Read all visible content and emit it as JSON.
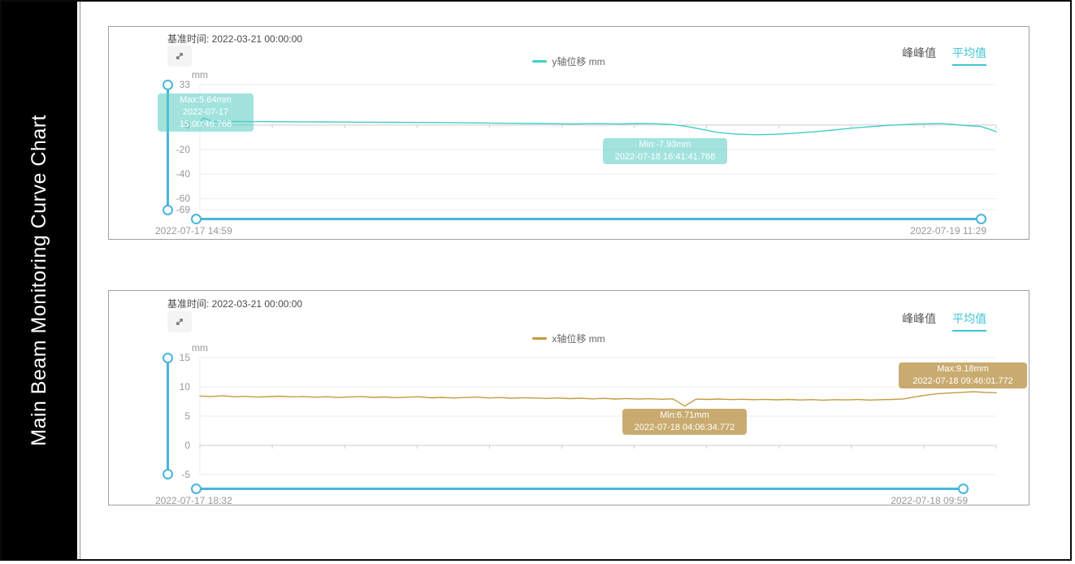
{
  "sidebar": {
    "title": "Main Beam Monitoring Curve Chart",
    "bg": "#000000",
    "text_color": "#ffffff"
  },
  "tabs": {
    "peak": "峰峰值",
    "average": "平均值",
    "active": "平均值"
  },
  "accent": {
    "slider": "#49b6d9",
    "tab_active": "#3fc4d6"
  },
  "panels": [
    {
      "baseline": "基准时间: 2022-03-21 00:00:00"
    },
    {
      "baseline": "基准时间: 2022-03-21 00:00:00"
    }
  ],
  "chart_data": [
    {
      "type": "line",
      "legend": "y轴位移 mm",
      "series_name": "y轴位移",
      "unit": "mm",
      "ylabel": "mm",
      "color": "#3fd0c3",
      "tooltip_bg": "rgba(86,204,194,0.55)",
      "ylim": [
        -69,
        33
      ],
      "yticks": [
        33,
        0,
        -20,
        -40,
        -60,
        -69
      ],
      "grid": true,
      "legend_position": "top-center",
      "x_start": "2022-07-17 14:59",
      "x_end": "2022-07-19 11:29",
      "max": {
        "label": "Max:5.64mm",
        "time": "2022-07-17 15:00:46.768"
      },
      "min": {
        "label": "Min:-7.93mm",
        "time": "2022-07-18 16:41:41.768"
      },
      "points": [
        [
          0,
          2.8
        ],
        [
          0.5,
          5.64
        ],
        [
          1.5,
          3.0
        ],
        [
          3,
          2.9
        ],
        [
          6,
          2.8
        ],
        [
          9,
          2.7
        ],
        [
          12,
          2.6
        ],
        [
          15,
          2.5
        ],
        [
          18,
          2.4
        ],
        [
          21,
          2.3
        ],
        [
          24,
          2.2
        ],
        [
          27,
          2.1
        ],
        [
          30,
          2.0
        ],
        [
          33,
          1.8
        ],
        [
          36,
          1.6
        ],
        [
          39,
          1.4
        ],
        [
          42,
          1.2
        ],
        [
          45,
          1.0
        ],
        [
          47,
          0.9
        ],
        [
          49,
          1.1
        ],
        [
          51,
          1.0
        ],
        [
          53,
          0.9
        ],
        [
          55,
          1.2
        ],
        [
          57,
          1.1
        ],
        [
          59,
          0.6
        ],
        [
          61,
          -1.0
        ],
        [
          63,
          -3.5
        ],
        [
          65,
          -6.0
        ],
        [
          67,
          -7.3
        ],
        [
          69,
          -7.8
        ],
        [
          70,
          -7.93
        ],
        [
          72,
          -7.6
        ],
        [
          74,
          -7.0
        ],
        [
          76,
          -6.0
        ],
        [
          78,
          -5.0
        ],
        [
          80,
          -3.8
        ],
        [
          82,
          -2.5
        ],
        [
          84,
          -1.5
        ],
        [
          86,
          -0.5
        ],
        [
          88,
          0.3
        ],
        [
          90,
          0.8
        ],
        [
          92,
          1.1
        ],
        [
          93,
          1.3
        ],
        [
          94,
          0.8
        ],
        [
          95,
          0.2
        ],
        [
          96,
          -0.3
        ],
        [
          97,
          -0.8
        ],
        [
          98,
          -1.2
        ],
        [
          99,
          -3.0
        ],
        [
          100,
          -5.5
        ]
      ]
    },
    {
      "type": "line",
      "legend": "x轴位移 mm",
      "series_name": "x轴位移",
      "unit": "mm",
      "ylabel": "mm",
      "color": "#c49b3f",
      "tooltip_bg": "rgba(186,148,72,0.78)",
      "ylim": [
        -5,
        15
      ],
      "yticks": [
        15,
        10,
        5,
        0,
        -5
      ],
      "grid": true,
      "legend_position": "top-center",
      "x_start": "2022-07-17 18:32",
      "x_end": "2022-07-18 09:59",
      "max": {
        "label": "Max:9.18mm",
        "time": "2022-07-18 09:46:01.772"
      },
      "min": {
        "label": "Min:6.71mm",
        "time": "2022-07-18 04:06:34.772"
      },
      "points": [
        [
          0,
          8.42
        ],
        [
          1.4,
          8.35
        ],
        [
          2.9,
          8.48
        ],
        [
          4.3,
          8.3
        ],
        [
          5.8,
          8.38
        ],
        [
          7.2,
          8.25
        ],
        [
          8.7,
          8.33
        ],
        [
          10.1,
          8.4
        ],
        [
          11.6,
          8.28
        ],
        [
          13.0,
          8.35
        ],
        [
          14.5,
          8.22
        ],
        [
          15.9,
          8.3
        ],
        [
          17.4,
          8.18
        ],
        [
          18.8,
          8.28
        ],
        [
          20.3,
          8.35
        ],
        [
          21.7,
          8.2
        ],
        [
          23.2,
          8.26
        ],
        [
          24.6,
          8.15
        ],
        [
          26.1,
          8.24
        ],
        [
          27.5,
          8.3
        ],
        [
          29.0,
          8.12
        ],
        [
          30.4,
          8.2
        ],
        [
          31.9,
          8.08
        ],
        [
          33.3,
          8.18
        ],
        [
          34.8,
          8.25
        ],
        [
          36.2,
          8.1
        ],
        [
          37.7,
          8.16
        ],
        [
          39.1,
          8.05
        ],
        [
          40.6,
          8.14
        ],
        [
          42.0,
          8.08
        ],
        [
          43.5,
          8.02
        ],
        [
          44.9,
          8.1
        ],
        [
          46.4,
          7.98
        ],
        [
          47.8,
          8.06
        ],
        [
          49.3,
          7.95
        ],
        [
          50.7,
          8.03
        ],
        [
          52.2,
          7.92
        ],
        [
          53.6,
          8.0
        ],
        [
          55.1,
          7.9
        ],
        [
          56.5,
          7.97
        ],
        [
          58.0,
          7.88
        ],
        [
          59.4,
          7.95
        ],
        [
          60.9,
          6.71
        ],
        [
          62.3,
          7.9
        ],
        [
          63.8,
          7.85
        ],
        [
          65.2,
          7.92
        ],
        [
          66.7,
          7.82
        ],
        [
          68.1,
          7.88
        ],
        [
          69.6,
          7.8
        ],
        [
          71.0,
          7.86
        ],
        [
          72.5,
          7.78
        ],
        [
          73.9,
          7.85
        ],
        [
          75.4,
          7.75
        ],
        [
          76.8,
          7.82
        ],
        [
          78.3,
          7.72
        ],
        [
          79.7,
          7.8
        ],
        [
          81.2,
          7.76
        ],
        [
          82.6,
          7.83
        ],
        [
          84.1,
          7.74
        ],
        [
          85.5,
          7.8
        ],
        [
          87.0,
          7.85
        ],
        [
          88.4,
          7.95
        ],
        [
          89.9,
          8.3
        ],
        [
          91.3,
          8.6
        ],
        [
          92.8,
          8.85
        ],
        [
          94.2,
          8.95
        ],
        [
          95.7,
          9.05
        ],
        [
          97.1,
          9.18
        ],
        [
          98.6,
          9.05
        ],
        [
          100,
          8.98
        ]
      ]
    }
  ]
}
